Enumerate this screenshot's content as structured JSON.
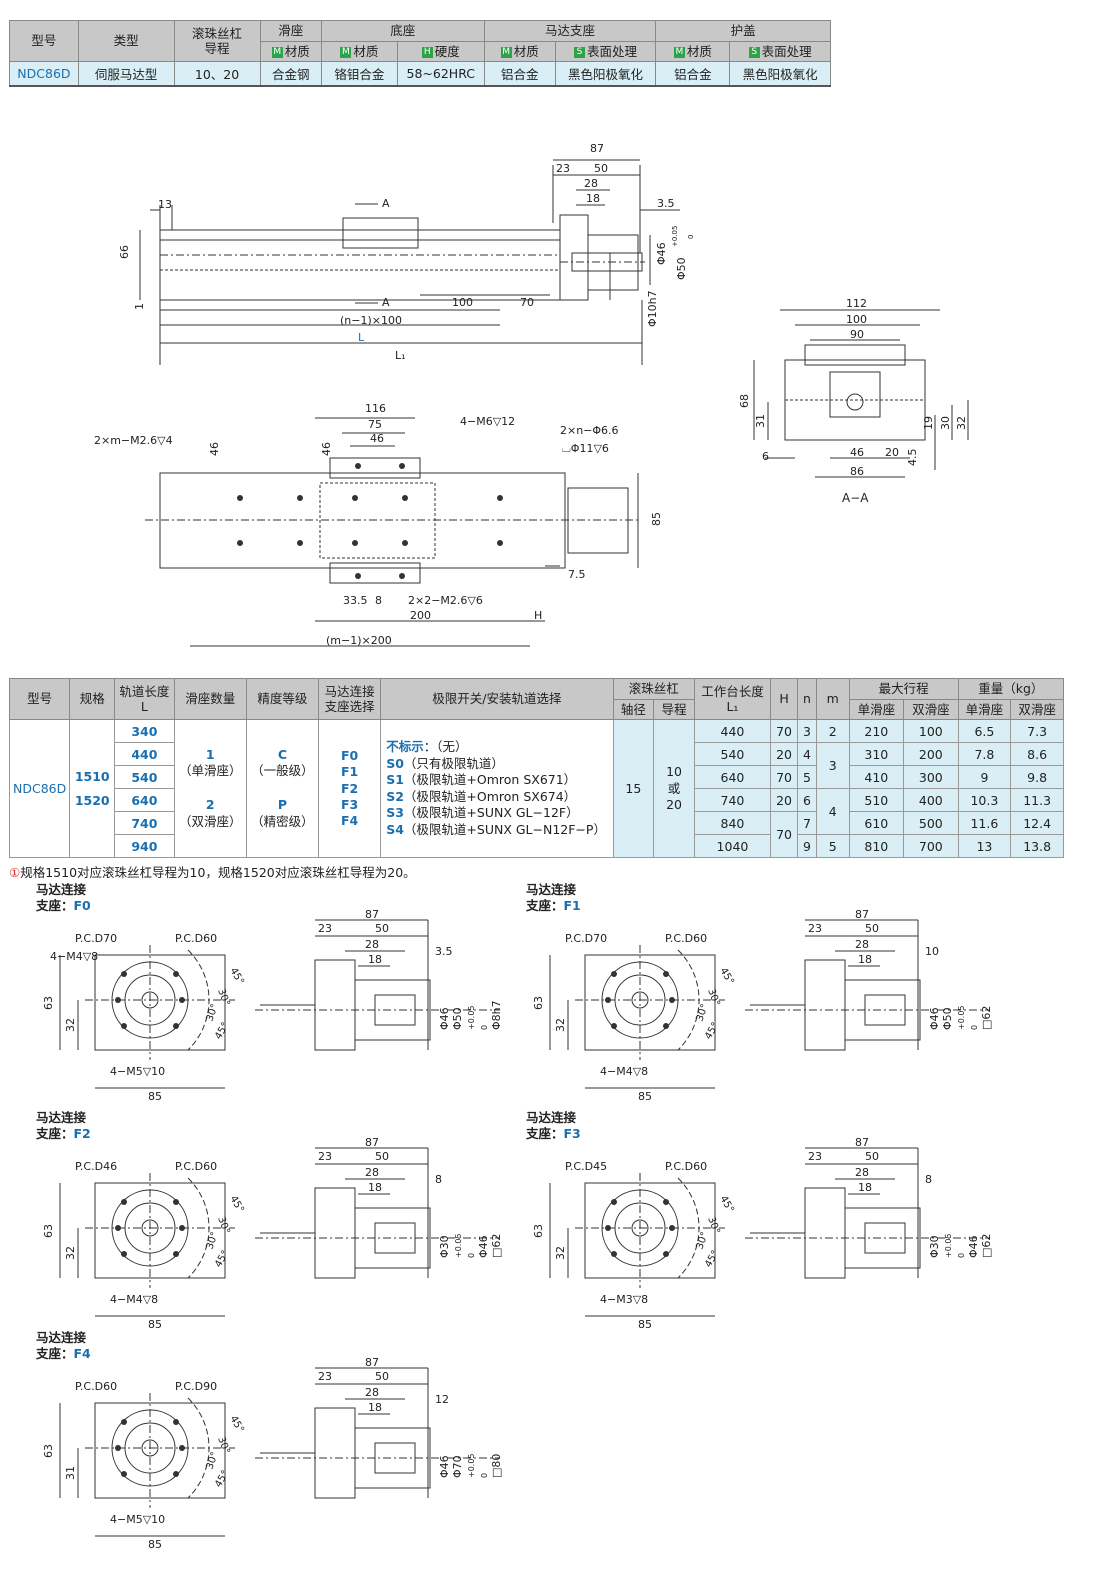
{
  "top_table": {
    "headers": {
      "model": "型号",
      "type": "类型",
      "ballscrew_lead": "滚珠丝杠\n导程",
      "slider": "滑座",
      "slider_material": "材质",
      "base": "底座",
      "base_material": "材质",
      "base_hardness": "硬度",
      "motor_support": "马达支座",
      "motor_support_material": "材质",
      "motor_support_surface": "表面处理",
      "cover": "护盖",
      "cover_material": "材质",
      "cover_surface": "表面处理"
    },
    "marks": {
      "m": "M",
      "h": "H",
      "s": "S"
    },
    "row": {
      "model": "NDC86D",
      "type": "伺服马达型",
      "lead": "10、20",
      "slider_material": "合金钢",
      "base_material": "铬钼合金",
      "base_hardness": "58~62HRC",
      "motor_support_material": "铝合金",
      "motor_support_surface": "黑色阳极氧化",
      "cover_material": "铝合金",
      "cover_surface": "黑色阳极氧化"
    }
  },
  "drawing_front": {
    "dims": [
      "87",
      "23",
      "50",
      "28",
      "18",
      "3.5",
      "13",
      "66",
      "1",
      "100",
      "70",
      "(n−1)×100",
      "L",
      "L₁",
      "Φ46",
      "Φ50",
      "+0.05",
      "0",
      "Φ10h7"
    ],
    "section_marks": [
      "A",
      "A"
    ]
  },
  "drawing_section": {
    "dims": [
      "112",
      "100",
      "90",
      "68",
      "31",
      "6",
      "46",
      "20",
      "86",
      "19",
      "30",
      "32",
      "4.5"
    ],
    "label": "A−A"
  },
  "drawing_top": {
    "dims": [
      "116",
      "75",
      "46",
      "46",
      "46",
      "85",
      "7.5",
      "33.5",
      "8",
      "200",
      "H",
      "(m−1)×200"
    ],
    "callouts": [
      "2×m−M2.6▽4",
      "4−M6▽12",
      "2×n−Φ6.6",
      "⌴Φ11▽6",
      "2×2−M2.6▽6"
    ]
  },
  "spec_table": {
    "headers": {
      "model": "型号",
      "size": "规格",
      "rail_length": "轨道长度\nL",
      "slider_qty": "滑座数量",
      "precision": "精度等级",
      "motor_support": "马达连接\n支座选择",
      "limit_switch": "极限开关/安装轨道选择",
      "ballscrew": "滚珠丝杠",
      "shaft_dia": "轴径",
      "lead": "导程",
      "table_length": "工作台长度\nL₁",
      "h": "H",
      "n": "n",
      "m": "m",
      "max_stroke": "最大行程",
      "weight": "重量（kg）",
      "single": "单滑座",
      "double": "双滑座",
      "single_w": "单滑座",
      "double_w": "双滑座"
    },
    "model": "NDC86D",
    "sizes": [
      "1510",
      "1520"
    ],
    "rail_lengths": [
      "340",
      "440",
      "540",
      "640",
      "740",
      "940"
    ],
    "slider_qty": [
      "1",
      "（单滑座）",
      "2",
      "（双滑座）"
    ],
    "precision": [
      "C",
      "（一般级）",
      "P",
      "（精密级）"
    ],
    "motor_supports": [
      "F0",
      "F1",
      "F2",
      "F3",
      "F4"
    ],
    "limit_options": [
      {
        "key": "不标示",
        "text": "：（无）"
      },
      {
        "key": "S0",
        "text": "（只有极限轨道）"
      },
      {
        "key": "S1",
        "text": "（极限轨道+Omron SX671）"
      },
      {
        "key": "S2",
        "text": "（极限轨道+Omron SX674）"
      },
      {
        "key": "S3",
        "text": "（极限轨道+SUNX GL−12F）"
      },
      {
        "key": "S4",
        "text": "（极限轨道+SUNX GL−N12F−P）"
      }
    ],
    "shaft_dia": "15",
    "lead": [
      "10",
      "或",
      "20"
    ],
    "rows": [
      {
        "l1": "440",
        "h": "70",
        "n": "3",
        "m": "2",
        "stroke_single": "210",
        "stroke_double": "100",
        "w_single": "6.5",
        "w_double": "7.3"
      },
      {
        "l1": "540",
        "h": "20",
        "n": "4",
        "m": "3",
        "stroke_single": "310",
        "stroke_double": "200",
        "w_single": "7.8",
        "w_double": "8.6"
      },
      {
        "l1": "640",
        "h": "70",
        "n": "5",
        "m": "",
        "stroke_single": "410",
        "stroke_double": "300",
        "w_single": "9",
        "w_double": "9.8"
      },
      {
        "l1": "740",
        "h": "20",
        "n": "6",
        "m": "4",
        "stroke_single": "510",
        "stroke_double": "400",
        "w_single": "10.3",
        "w_double": "11.3"
      },
      {
        "l1": "840",
        "h": "70",
        "n": "7",
        "m": "",
        "stroke_single": "610",
        "stroke_double": "500",
        "w_single": "11.6",
        "w_double": "12.4"
      },
      {
        "l1": "1040",
        "h": "",
        "n": "9",
        "m": "5",
        "stroke_single": "810",
        "stroke_double": "700",
        "w_single": "13",
        "w_double": "13.8"
      }
    ]
  },
  "note": {
    "number": "①",
    "text": "规格1510对应滚珠丝杠导程为10，规格1520对应滚珠丝杠导程为20。"
  },
  "motor_supports": [
    {
      "title": "马达连接",
      "support_label": "支座：",
      "code": "F0",
      "pcd_left": "P.C.D70",
      "pcd_right": "P.C.D60",
      "hole_top": "4−M4▽8",
      "hole_bottom": "4−M5▽10",
      "width": "85",
      "height": "63",
      "half": "32",
      "angles": [
        "45°",
        "30°",
        "30°",
        "45°"
      ],
      "side_dims": [
        "87",
        "23",
        "50",
        "28",
        "18",
        "3.5",
        "Φ46",
        "Φ50",
        "+0.05",
        "0",
        "Φ8h7"
      ]
    },
    {
      "title": "马达连接",
      "support_label": "支座：",
      "code": "F1",
      "pcd_left": "P.C.D70",
      "pcd_right": "P.C.D60",
      "hole_top": "",
      "hole_bottom": "4−M4▽8",
      "width": "85",
      "height": "63",
      "half": "32",
      "angles": [
        "45°",
        "30°",
        "30°",
        "45°"
      ],
      "side_dims": [
        "87",
        "23",
        "50",
        "28",
        "18",
        "10",
        "Φ46",
        "Φ50",
        "+0.05",
        "0",
        "□62"
      ]
    },
    {
      "title": "马达连接",
      "support_label": "支座：",
      "code": "F2",
      "pcd_left": "P.C.D46",
      "pcd_right": "P.C.D60",
      "hole_top": "",
      "hole_bottom": "4−M4▽8",
      "width": "85",
      "height": "63",
      "half": "32",
      "angles": [
        "45°",
        "30°",
        "30°",
        "45°"
      ],
      "side_dims": [
        "87",
        "23",
        "50",
        "28",
        "18",
        "8",
        "Φ30",
        "+0.05",
        "0",
        "Φ46",
        "□62"
      ]
    },
    {
      "title": "马达连接",
      "support_label": "支座：",
      "code": "F3",
      "pcd_left": "P.C.D45",
      "pcd_right": "P.C.D60",
      "hole_top": "",
      "hole_bottom": "4−M3▽8",
      "width": "85",
      "height": "63",
      "half": "32",
      "angles": [
        "45°",
        "30°",
        "30°",
        "45°"
      ],
      "side_dims": [
        "87",
        "23",
        "50",
        "28",
        "18",
        "8",
        "Φ30",
        "+0.05",
        "0",
        "Φ46",
        "□62"
      ]
    },
    {
      "title": "马达连接",
      "support_label": "支座：",
      "code": "F4",
      "pcd_left": "P.C.D60",
      "pcd_right": "P.C.D90",
      "hole_top": "",
      "hole_bottom": "4−M5▽10",
      "width": "85",
      "height": "63",
      "half": "31",
      "angles": [
        "45°",
        "30°",
        "30°",
        "45°"
      ],
      "side_dims": [
        "87",
        "23",
        "50",
        "28",
        "18",
        "12",
        "Φ46",
        "Φ70",
        "+0.05",
        "0",
        "□80"
      ]
    }
  ]
}
